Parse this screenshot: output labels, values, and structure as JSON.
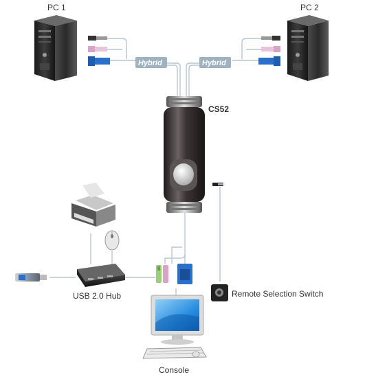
{
  "diagram": {
    "pc1_label": "PC 1",
    "pc2_label": "PC 2",
    "device_label": "CS52",
    "hybrid_left": "Hybrid",
    "hybrid_right": "Hybrid",
    "hub_label": "USB 2.0 Hub",
    "remote_label": "Remote Selection Switch",
    "console_label": "Console"
  },
  "colors": {
    "cable": "#b9c6cf",
    "hybrid_badge": "#9fb2bf",
    "device_dark": "#2c2626",
    "vga_blue": "#2a6fc9",
    "ps2_pink": "#d9a3c8",
    "ps2_green": "#9ccf7a"
  }
}
